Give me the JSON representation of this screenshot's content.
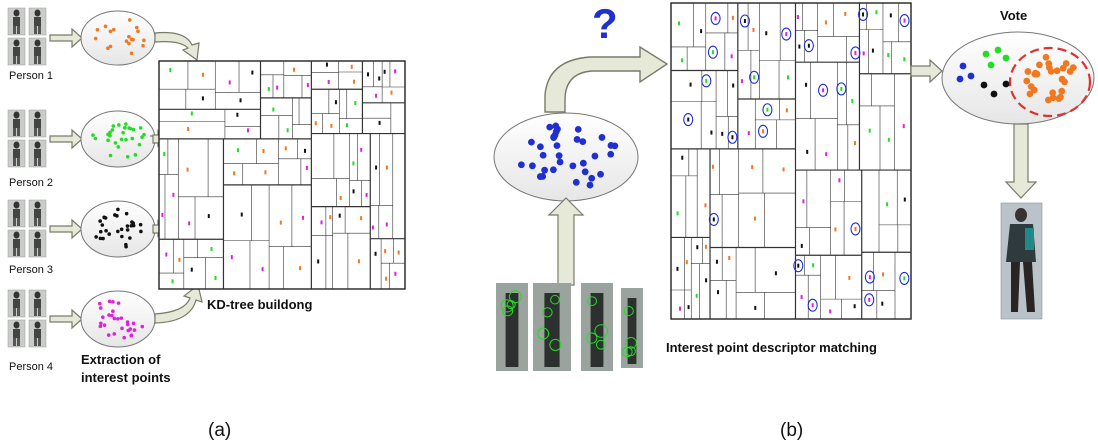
{
  "panel_a": {
    "persons": [
      {
        "label": "Person 1",
        "dot_color": "#f07820"
      },
      {
        "label": "Person 2",
        "dot_color": "#22dd22"
      },
      {
        "label": "Person 3",
        "dot_color": "#111111"
      },
      {
        "label": "Person 4",
        "dot_color": "#e020e0"
      }
    ],
    "tree_label": "KD-tree buildong",
    "extraction_label_line1": "Extraction of",
    "extraction_label_line2": "interest points",
    "caption": "(a)"
  },
  "panel_b": {
    "question_mark": "?",
    "query_dot_color": "#1f2fd0",
    "vote_label": "Vote",
    "matching_label": "Interest point descriptor matching",
    "caption": "(b)"
  },
  "colors": {
    "arrow_fill": "#e6e8d8",
    "arrow_stroke": "#7a7a6a",
    "vote_dash": "#e03030"
  }
}
